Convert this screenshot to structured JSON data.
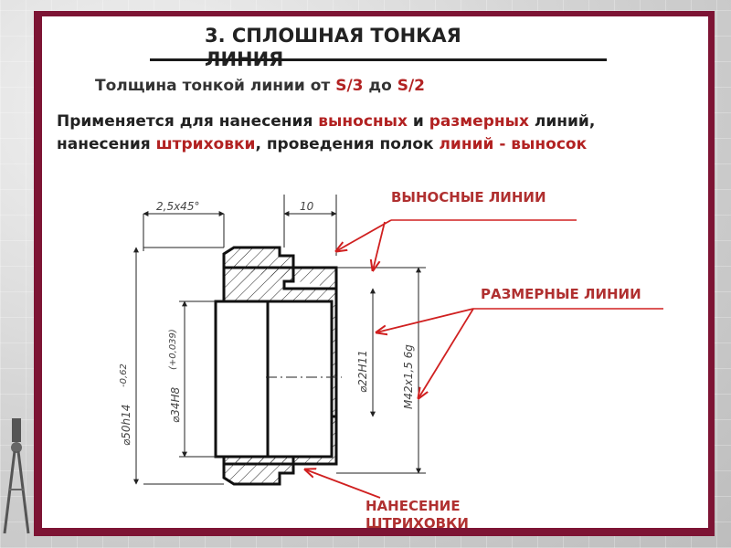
{
  "title": "3. СПЛОШНАЯ ТОНКАЯ ЛИНИЯ",
  "subtitle": {
    "prefix": "Толщина тонкой линии от ",
    "from": "S/3",
    "middle": " до ",
    "to": "S/2"
  },
  "paragraph": {
    "p1": "Применяется для нанесения ",
    "h1": "выносных",
    "p2": " и ",
    "h2": "размерных",
    "p3": " линий, нанесения ",
    "h3": "штриховки",
    "p4": ", проведения полок ",
    "h4": "линий - выносок"
  },
  "labels": {
    "extension": "ВЫНОСНЫЕ ЛИНИИ",
    "dimension": "РАЗМЕРНЫЕ ЛИНИИ",
    "hatching_1": "НАНЕСЕНИЕ",
    "hatching_2": "ШТРИХОВКИ"
  },
  "dimensions": {
    "chamfer": "2,5х45°",
    "width": "10",
    "d50": "⌀50h14",
    "d50_tol": "-0,62",
    "d34": "⌀34H8",
    "d34_tol": "(+0,039)",
    "d22": "⌀22H11",
    "thread": "M42x1,5 6g"
  },
  "colors": {
    "frame": "#7d1434",
    "accent": "#b22222",
    "arrow": "#d02020"
  }
}
